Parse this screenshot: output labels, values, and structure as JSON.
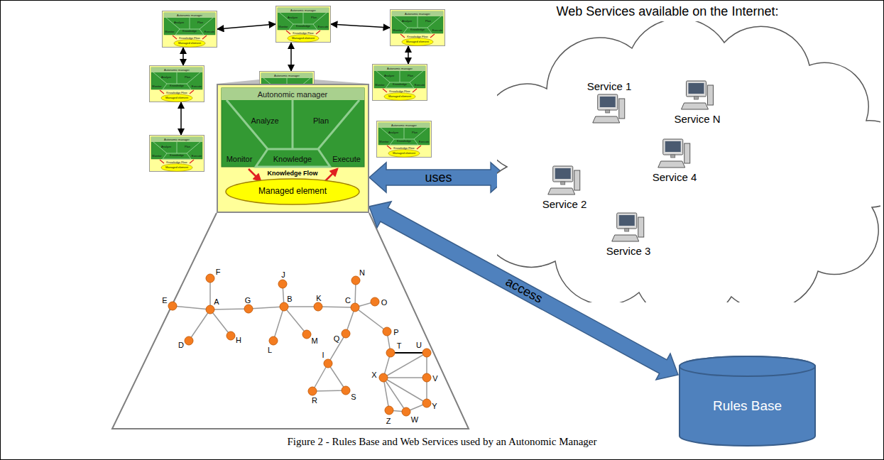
{
  "diagram": {
    "caption": "Figure 2 - Rules Base and Web Services used by an Autonomic Manager",
    "nodes": [
      {
        "text": [
          "Autonomic manager",
          "Analyze",
          "Plan",
          "Monitor",
          "Knowledge",
          "Execute",
          "Knowledge Flow",
          "Managed element"
        ]
      },
      {
        "text": [
          "Autonomic manager",
          "Analyze",
          "Plan",
          "Monitor",
          "Knowledge",
          "Execute",
          "Knowledge Flow",
          "Managed element"
        ]
      },
      {
        "text": [
          "Autonomic manager",
          "Analyze",
          "Plan",
          "Monitor",
          "Knowledge",
          "Execute",
          "Knowledge Flow",
          "Managed element"
        ]
      },
      {
        "text": [
          "Autonomic manager",
          "Analyze",
          "Plan",
          "Monitor",
          "Knowledge",
          "Execute",
          "Knowledge Flow",
          "Managed element"
        ]
      },
      {
        "text": [
          "Autonomic manager",
          "Analyze",
          "Plan",
          "Monitor",
          "Knowledge",
          "Execute",
          "Knowledge Flow",
          "Managed element"
        ]
      },
      {
        "text": [
          "Autonomic manager"
        ]
      },
      {
        "text": [
          "Autonomic manager",
          "Knowledge Flow"
        ]
      },
      {
        "text": [
          "Analyze"
        ],
        "in": 6
      },
      {
        "text": [
          "Plan"
        ],
        "in": 6
      },
      {
        "text": [
          "Monitor"
        ],
        "in": 6
      },
      {
        "text": [
          "Knowledge"
        ],
        "in": 6
      },
      {
        "text": [
          "Execute"
        ],
        "in": 6
      },
      {
        "text": [
          "Managed element"
        ],
        "in": 6
      },
      {
        "text": [
          "Autonomic manager",
          "Analyze",
          "Plan",
          "Monitor",
          "Knowledge",
          "Execute",
          "Knowledge Flow",
          "Managed element"
        ]
      },
      {
        "text": [
          "Autonomic manager",
          "Analyze",
          "Plan",
          "Monitor",
          "Knowledge",
          "Execute",
          "Knowledge Flow",
          "Managed element"
        ]
      },
      {
        "text": [
          "Web Services available on the Internet:"
        ]
      },
      {
        "text": [
          "Service 1"
        ],
        "in": 15
      },
      {
        "text": [
          "Service N"
        ],
        "in": 15
      },
      {
        "text": [
          "Service 2"
        ],
        "in": 15
      },
      {
        "text": [
          "Service 4"
        ],
        "in": 15
      },
      {
        "text": [
          "Service 3"
        ],
        "in": 15
      },
      {
        "text": [
          "Rules Base"
        ]
      }
    ],
    "edges": [
      {
        "from": 0,
        "to": 1,
        "arrow": "both"
      },
      {
        "from": 1,
        "to": 2,
        "arrow": "both"
      },
      {
        "from": 0,
        "to": 3,
        "arrow": "both"
      },
      {
        "from": 2,
        "to": 4,
        "arrow": "both"
      },
      {
        "from": 1,
        "to": 5,
        "arrow": "both"
      },
      {
        "from": 3,
        "to": 13,
        "arrow": "both"
      },
      {
        "from": 6,
        "to": 15,
        "label": "uses",
        "arrow": "both"
      },
      {
        "from": 6,
        "to": 21,
        "label": "access",
        "arrow": "both"
      }
    ],
    "labels": [
      "A",
      "B",
      "C",
      "D",
      "E",
      "F",
      "G",
      "H",
      "I",
      "J",
      "K",
      "L",
      "M",
      "N",
      "O",
      "P",
      "Q",
      "R",
      "S",
      "T",
      "U",
      "V",
      "W",
      "X",
      "Y",
      "Z"
    ]
  }
}
